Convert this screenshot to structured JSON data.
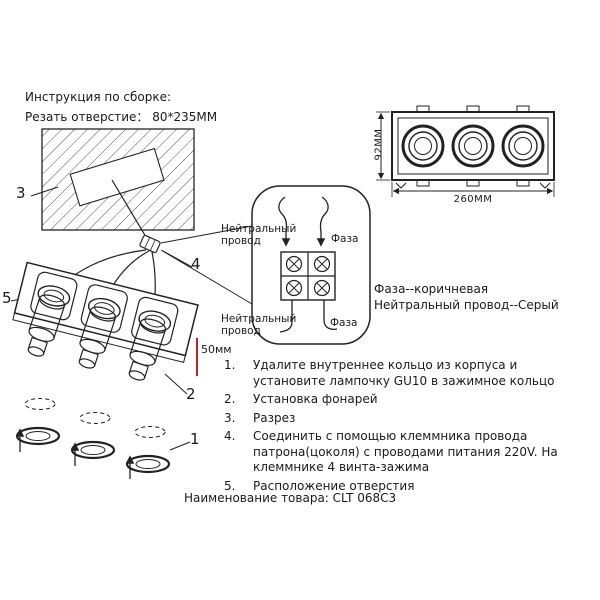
{
  "header": {
    "title": "Инструкция по сборке:",
    "cut_note": "Резать отверстие：  80*235ММ"
  },
  "front_view": {
    "height_label": "92MM",
    "width_label": "260MM"
  },
  "depth_label": "50мм",
  "part_numbers": {
    "n1": "1",
    "n2": "2",
    "n3": "3",
    "n4": "4",
    "n5": "5"
  },
  "callout": {
    "neutral_top": "Нейтральный провод",
    "phase_top": "Фаза",
    "neutral_bottom": "Нейтральный провод",
    "phase_bottom": "Фаза"
  },
  "legend": {
    "phase": "Фаза--коричневая",
    "neutral": "Нейтральный провод--Серый"
  },
  "steps": [
    {
      "num": "1.",
      "text": "Удалите внутреннее кольцо из корпуса и установите лампочку GU10 в зажимное кольцо"
    },
    {
      "num": "2.",
      "text": "Установка фонарей"
    },
    {
      "num": "3.",
      "text": "Разрез"
    },
    {
      "num": "4.",
      "text": "Соединить с помощью клеммника провода патрона(цоколя) с проводами питания 220V. На клеммнике 4 винта-зажима"
    },
    {
      "num": "5.",
      "text": "Расположение отверстия"
    }
  ],
  "footer": {
    "product_name": "Наименование товара: CLT 068C3"
  },
  "colors": {
    "accent_red": "#c22222",
    "ink": "#1a1a1a"
  }
}
